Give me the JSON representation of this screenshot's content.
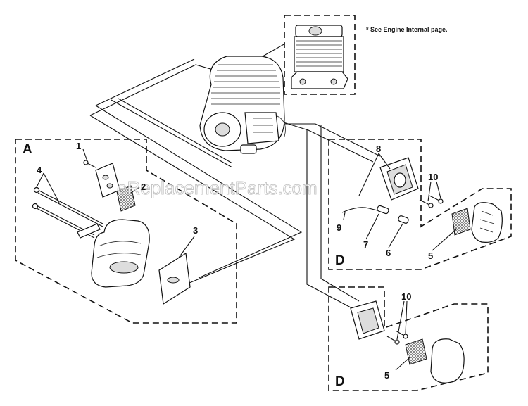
{
  "watermark": "eReplacementParts.com",
  "note": "* See Engine Internal page.",
  "sections": {
    "a": "A",
    "d_upper": "D",
    "d_lower": "D"
  },
  "callouts": {
    "n1": "1",
    "n2": "2",
    "n3": "3",
    "n4": "4",
    "n8": "8",
    "n10_upper": "10",
    "n9": "9",
    "n7": "7",
    "n6": "6",
    "n5_upper": "5",
    "n10_lower": "10",
    "n5_lower": "5"
  }
}
